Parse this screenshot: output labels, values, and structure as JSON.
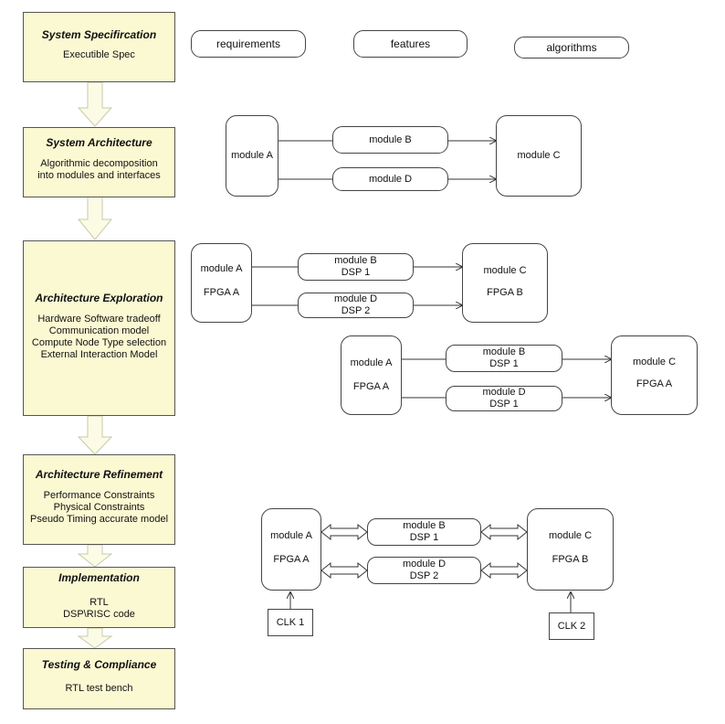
{
  "stages": [
    {
      "title": "System Specifircation",
      "desc": "Executible Spec"
    },
    {
      "title": "System Architecture",
      "desc": "Algorithmic decomposition\ninto modules and interfaces"
    },
    {
      "title": "Architecture Exploration",
      "desc": "Hardware Software tradeoff\nCommunication model\nCompute Node Type selection\nExternal Interaction Model"
    },
    {
      "title": "Architecture Refinement",
      "desc": "Performance Constraints\nPhysical Constraints\nPseudo Timing accurate model"
    },
    {
      "title": "Implementation",
      "desc": "RTL\nDSP\\RISC code"
    },
    {
      "title": "Testing  & Compliance",
      "desc": "RTL test bench"
    }
  ],
  "spec_pills": [
    "requirements",
    "features",
    "algorithms"
  ],
  "arch": {
    "a": "module A",
    "b": "module B",
    "d": "module D",
    "c": "module C"
  },
  "explore1": {
    "a": [
      "module A",
      "FPGA A"
    ],
    "b": [
      "module B",
      "DSP 1"
    ],
    "d": [
      "module D",
      "DSP 2"
    ],
    "c": [
      "module C",
      "FPGA B"
    ]
  },
  "explore2": {
    "a": [
      "module A",
      "FPGA A"
    ],
    "b": [
      "module B",
      "DSP 1"
    ],
    "d": [
      "module D",
      "DSP 1"
    ],
    "c": [
      "module C",
      "FPGA A"
    ]
  },
  "refine": {
    "a": [
      "module A",
      "FPGA A"
    ],
    "b": [
      "module B",
      "DSP 1"
    ],
    "d": [
      "module D",
      "DSP 2"
    ],
    "c": [
      "module C",
      "FPGA B"
    ],
    "clk1": "CLK 1",
    "clk2": "CLK 2"
  }
}
